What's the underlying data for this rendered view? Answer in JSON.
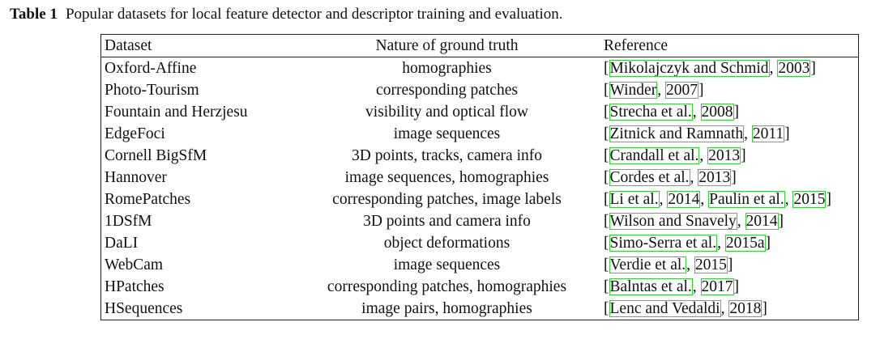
{
  "caption": {
    "label": "Table 1",
    "text": "Popular datasets for local feature detector and descriptor training and evaluation."
  },
  "table": {
    "headers": [
      "Dataset",
      "Nature of ground truth",
      "Reference"
    ],
    "rows": [
      {
        "dataset": "Oxford-Affine",
        "truth": "homographies",
        "ref": [
          {
            "t": "["
          },
          {
            "t": "Mikolajczyk and Schmid",
            "link": true
          },
          {
            "t": ", "
          },
          {
            "t": "2003",
            "link": true
          },
          {
            "t": "]"
          }
        ]
      },
      {
        "dataset": "Photo-Tourism",
        "truth": "corresponding patches",
        "ref": [
          {
            "t": "["
          },
          {
            "t": "Winder",
            "link": true
          },
          {
            "t": ", "
          },
          {
            "t": "2007",
            "link": true
          },
          {
            "t": "]"
          }
        ]
      },
      {
        "dataset": "Fountain and Herzjesu",
        "truth": "visibility and optical flow",
        "ref": [
          {
            "t": "["
          },
          {
            "t": "Strecha et al.",
            "link": true
          },
          {
            "t": ", "
          },
          {
            "t": "2008",
            "link": true
          },
          {
            "t": "]"
          }
        ]
      },
      {
        "dataset": "EdgeFoci",
        "truth": "image sequences",
        "ref": [
          {
            "t": "["
          },
          {
            "t": "Zitnick and Ramnath",
            "link": true
          },
          {
            "t": ", "
          },
          {
            "t": "2011",
            "link": true
          },
          {
            "t": "]"
          }
        ]
      },
      {
        "dataset": "Cornell BigSfM",
        "truth": "3D points, tracks, camera info",
        "ref": [
          {
            "t": "["
          },
          {
            "t": "Crandall et al.",
            "link": true
          },
          {
            "t": ", "
          },
          {
            "t": "2013",
            "link": true
          },
          {
            "t": "]"
          }
        ]
      },
      {
        "dataset": "Hannover",
        "truth": "image sequences, homographies",
        "ref": [
          {
            "t": "["
          },
          {
            "t": "Cordes et al.",
            "link": true
          },
          {
            "t": ", "
          },
          {
            "t": "2013",
            "link": true
          },
          {
            "t": "]"
          }
        ]
      },
      {
        "dataset": "RomePatches",
        "truth": "corresponding patches, image labels",
        "ref": [
          {
            "t": "["
          },
          {
            "t": "Li et al.",
            "link": true
          },
          {
            "t": ", "
          },
          {
            "t": "2014",
            "link": true
          },
          {
            "t": ", "
          },
          {
            "t": "Paulin et al.",
            "link": true
          },
          {
            "t": ", "
          },
          {
            "t": "2015",
            "link": true
          },
          {
            "t": "]"
          }
        ]
      },
      {
        "dataset": "1DSfM",
        "truth": "3D points and camera info",
        "ref": [
          {
            "t": "["
          },
          {
            "t": "Wilson and Snavely",
            "link": true
          },
          {
            "t": ", "
          },
          {
            "t": "2014",
            "link": true
          },
          {
            "t": "]"
          }
        ]
      },
      {
        "dataset": "DaLI",
        "truth": "object deformations",
        "ref": [
          {
            "t": "["
          },
          {
            "t": "Simo-Serra et al.",
            "link": true
          },
          {
            "t": ", "
          },
          {
            "t": "2015a",
            "link": true
          },
          {
            "t": "]"
          }
        ]
      },
      {
        "dataset": "WebCam",
        "truth": "image sequences",
        "ref": [
          {
            "t": "["
          },
          {
            "t": "Verdie et al.",
            "link": true
          },
          {
            "t": ", "
          },
          {
            "t": "2015",
            "link": true
          },
          {
            "t": "]"
          }
        ]
      },
      {
        "dataset": "HPatches",
        "truth": "corresponding patches, homographies",
        "ref": [
          {
            "t": "["
          },
          {
            "t": "Balntas et al.",
            "link": true
          },
          {
            "t": ", "
          },
          {
            "t": "2017",
            "link": true
          },
          {
            "t": "]"
          }
        ]
      },
      {
        "dataset": "HSequences",
        "truth": "image pairs, homographies",
        "ref": [
          {
            "t": "["
          },
          {
            "t": "Lenc and Vedaldi",
            "link": true
          },
          {
            "t": ", "
          },
          {
            "t": "2018",
            "link": true
          },
          {
            "t": "]"
          }
        ]
      }
    ]
  },
  "colors": {
    "link_box": "#3ccc3c",
    "text": "#111111"
  }
}
